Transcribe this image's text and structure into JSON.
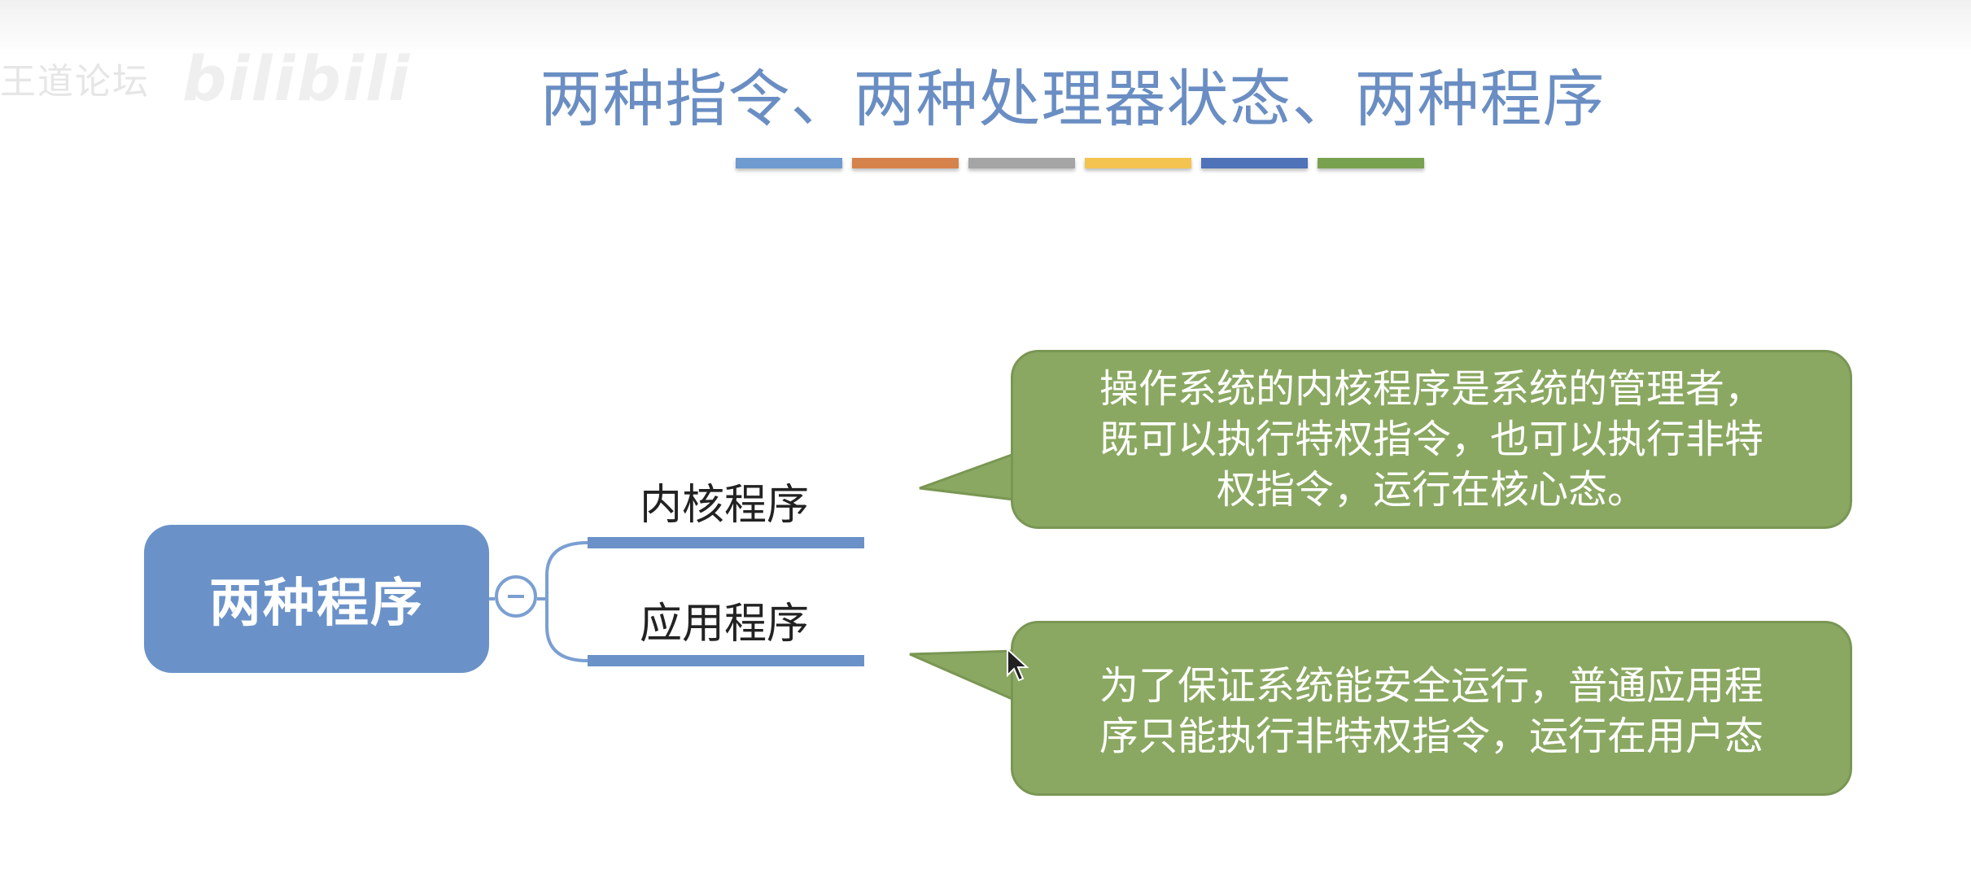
{
  "watermark": {
    "site": "王道论坛",
    "logo": "bilibili"
  },
  "title": "两种指令、两种处理器状态、两种程序",
  "title_bar_colors": [
    "#6f9bd0",
    "#d6824b",
    "#a5a5a5",
    "#f3c44f",
    "#4f72b8",
    "#78a24f"
  ],
  "root": {
    "label": "两种程序"
  },
  "branches": [
    {
      "label": "内核程序",
      "callout": [
        "操作系统的内核程序是系统的管理者，",
        "既可以执行特权指令，也可以执行非特",
        "权指令，运行在核心态。"
      ]
    },
    {
      "label": "应用程序",
      "callout": [
        "为了保证系统能安全运行，普通应用程",
        "序只能执行非特权指令，运行在用户态"
      ]
    }
  ],
  "colors": {
    "root_fill": "#6a92c9",
    "callout_fill": "#8aa861",
    "title_text": "#6a8ec3"
  }
}
